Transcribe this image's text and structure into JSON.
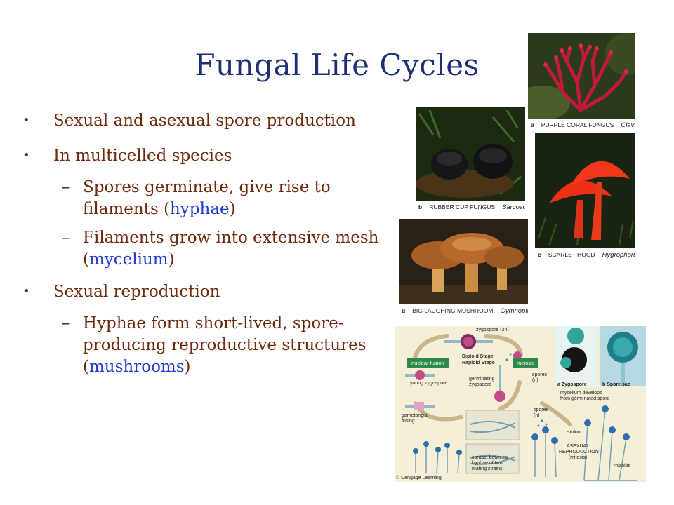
{
  "slide": {
    "title": "Fungal Life Cycles",
    "bullets": [
      {
        "text": "Sexual and asexual spore production"
      },
      {
        "text": "In multicelled species"
      }
    ],
    "sub1": {
      "before": "Spores germinate, give rise to filaments (",
      "term": "hyphae",
      "after": ")"
    },
    "sub2": {
      "before": "Filaments grow into extensive mesh (",
      "term": "mycelium",
      "after": ")"
    },
    "bullet3": "Sexual reproduction",
    "sub3": {
      "before": "Hyphae form short-lived, spore-producing reproductive structures (",
      "term": "mushrooms",
      "after": ")"
    },
    "bullet_marker": "•",
    "sub_marker": "–"
  },
  "photos": {
    "a": {
      "letter": "a",
      "common": "PURPLE CORAL FUNGUS",
      "genus": "Clavaria"
    },
    "b": {
      "letter": "b",
      "common": "RUBBER CUP FUNGUS",
      "genus": "Sarcosoma"
    },
    "c": {
      "letter": "c",
      "common": "SCARLET HOOD",
      "genus": "Hygrophorus"
    },
    "d": {
      "letter": "d",
      "common": "BIG LAUGHING MUSHROOM",
      "genus": "Gymnopilus"
    }
  },
  "diagram": {
    "zygospore_2n": "zygospore (2n)",
    "nuclear_fusion": "nuclear fusion",
    "meiosis": "meiosis",
    "diploid_stage": "Diploid Stage",
    "haploid_stage": "Haploid Stage",
    "young_zygospore": "young zygospore",
    "germinating_zygospore": "germinating zygospore",
    "spores_n_top": "spores (n)",
    "spores_n_bottom": "spores (n)",
    "gametangia_fusing": "gametangia fusing",
    "mycelium_develops": "mycelium develops from germinated spore",
    "stolon": "stolon",
    "asexual_reproduction": "ASEXUAL REPRODUCTION (mitosis)",
    "rhizoids": "rhizoids",
    "contact": "contact between hyphae of two mating strains",
    "inset_a": "a Zygospore",
    "inset_b": "b Spore sac",
    "credit": "© Cengage Learning"
  },
  "colors": {
    "title": "#1f2f75",
    "body_text": "#6e2a0d",
    "term": "#1f3bd0",
    "stage_box": "#2e8a4a",
    "diagram_bg": "#f5efd8"
  }
}
